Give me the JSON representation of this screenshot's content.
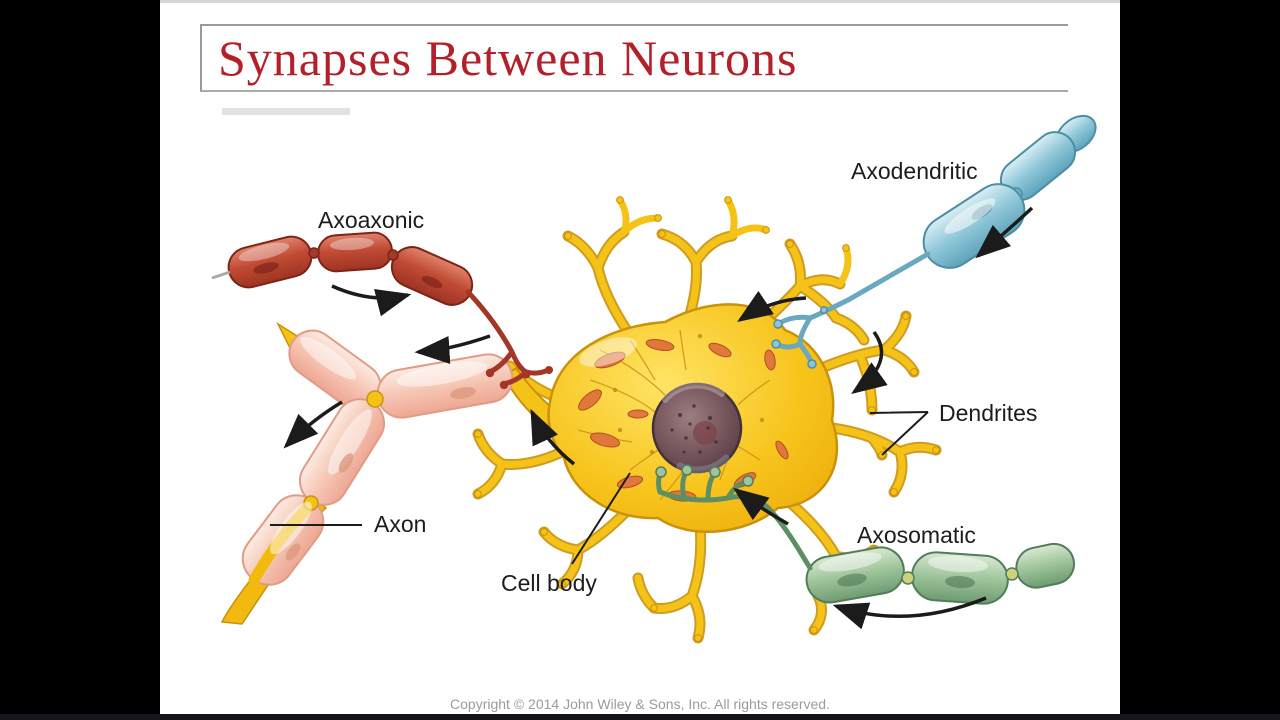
{
  "window": {
    "type": "video-slide",
    "letterbox_color": "#000000"
  },
  "slide": {
    "title": "Synapses Between Neurons",
    "copyright": "Copyright © 2014 John Wiley & Sons, Inc. All rights reserved.",
    "background": "#ffffff",
    "title_color": "#b3202a"
  },
  "labels": {
    "axoaxonic": "Axoaxonic",
    "axodendritic": "Axodendritic",
    "dendrites": "Dendrites",
    "axon": "Axon",
    "cell_body": "Cell body",
    "axosomatic": "Axosomatic"
  },
  "colors": {
    "title_red": "#b3202a",
    "label_text": "#1c1c1c",
    "copyright_gray": "#9b9b9b",
    "neuron_yellow": "#f5c318",
    "neuron_yellow_outline": "#c28f06",
    "axoaxonic_red": "#b8402e",
    "axodendritic_blue": "#8ec6d8",
    "axosomatic_green": "#9dc49a",
    "myelin_pink": "#f6cabb",
    "nucleus_purple": "#6e4f56",
    "arrow_black": "#1b1b1b"
  },
  "diagram": {
    "subject": "Neuron receiving three types of synapses",
    "synapse_types": [
      {
        "label": "Axoaxonic",
        "color": "#b8402e",
        "terminates_on": "Axon"
      },
      {
        "label": "Axodendritic",
        "color": "#8ec6d8",
        "terminates_on": "Dendrites"
      },
      {
        "label": "Axosomatic",
        "color": "#9dc49a",
        "terminates_on": "Cell body"
      }
    ],
    "labeled_structures": [
      "Axon",
      "Dendrites",
      "Cell body"
    ]
  }
}
